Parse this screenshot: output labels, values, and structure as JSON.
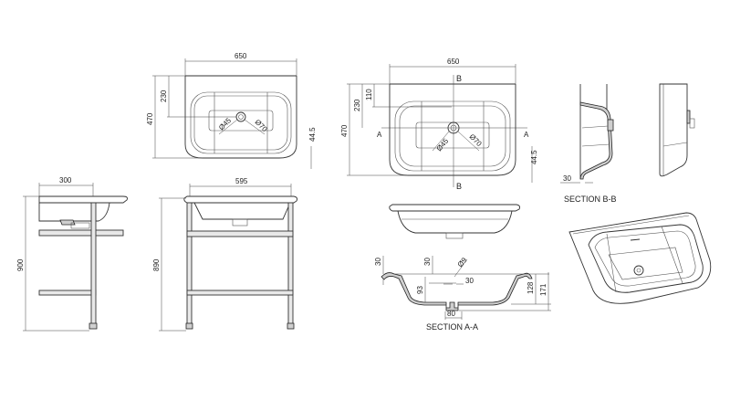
{
  "title_views": {
    "section_aa": "SECTION A-A",
    "section_bb": "SECTION B-B"
  },
  "plan_small": {
    "width": "650",
    "depth": "470",
    "tap_offset": "230",
    "waste_small": "Ø45",
    "waste_large": "Ø70",
    "rim": "44.5"
  },
  "plan_large": {
    "width": "650",
    "depth": "470",
    "tap_offset": "230",
    "overflow_offset": "110",
    "waste_small": "Ø45",
    "waste_large": "Ø70",
    "rim": "44.5",
    "marker_a": "A",
    "marker_b": "B"
  },
  "side_stand": {
    "depth": "300",
    "height": "900"
  },
  "front_stand": {
    "width": "595",
    "height": "890"
  },
  "section_a": {
    "rim_left": "30",
    "rim_mid": "30",
    "overflow": "Ø9",
    "overflow_gap": "30",
    "bowl_depth": "93",
    "inner_height": "128",
    "total_height": "171",
    "waste_width": "80"
  },
  "section_b": {
    "rim": "30"
  }
}
